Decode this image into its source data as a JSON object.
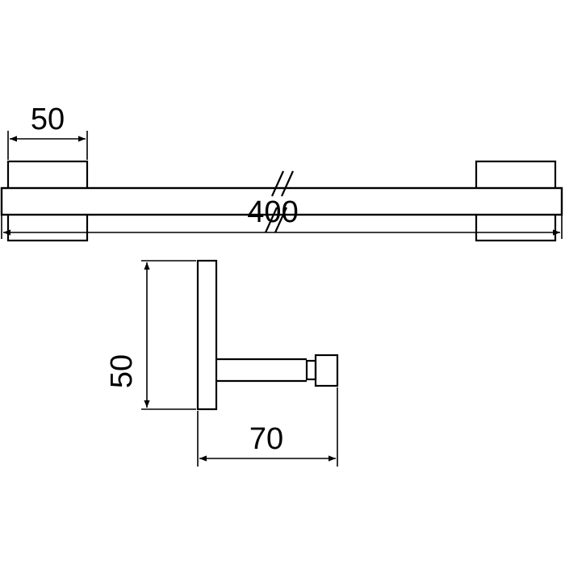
{
  "dimensions": {
    "bracket_width": "50",
    "overall_length": "400",
    "side_height": "50",
    "projection": "70"
  },
  "colors": {
    "line": "#000000",
    "background": "#ffffff"
  }
}
